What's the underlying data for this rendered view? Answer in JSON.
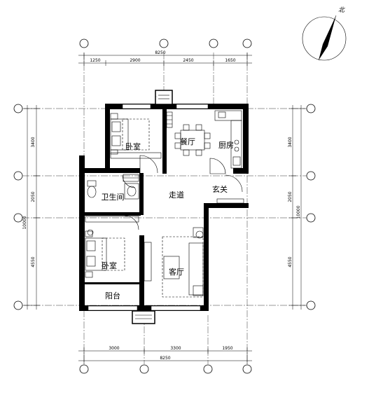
{
  "north_label": "北",
  "dimensions": {
    "top_total": "8250",
    "top_segments": [
      "1250",
      "2900",
      "2450",
      "1650"
    ],
    "bottom_total": "8250",
    "bottom_segments": [
      "3000",
      "3300",
      "1950"
    ],
    "left_total": "10000",
    "left_segments": [
      "3400",
      "2050",
      "4550"
    ],
    "right_total": "10000",
    "right_segments": [
      "3400",
      "2050",
      "4550"
    ]
  },
  "rooms": {
    "bedroom_north": "卧室",
    "dining": "餐厅",
    "kitchen": "厨房",
    "bathroom": "卫生间",
    "corridor": "走道",
    "entrance": "玄关",
    "bedroom_south": "卧室",
    "living": "客厅",
    "balcony": "阳台"
  }
}
